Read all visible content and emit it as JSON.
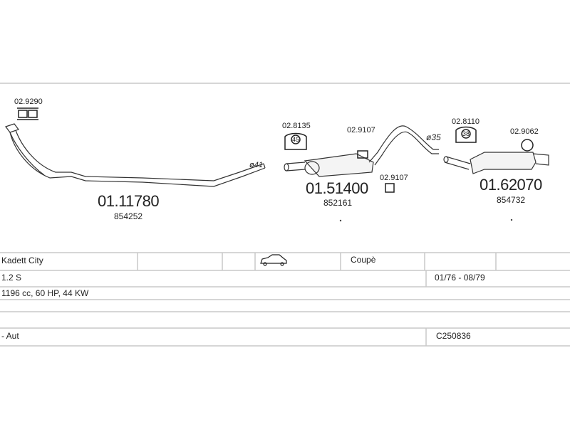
{
  "diagram": {
    "accessories": {
      "clamp_left": "02.9290",
      "hanger_1": "02.8135",
      "hanger_1_size": "45",
      "rubber_1": "02.9107",
      "rubber_2": "02.9107",
      "hanger_2": "02.8110",
      "hanger_2_size": "38",
      "rubber_3": "02.9062"
    },
    "parts": [
      {
        "number": "01.11780",
        "ref": "854252"
      },
      {
        "number": "01.51400",
        "ref": "852161"
      },
      {
        "number": "01.62070",
        "ref": "854732"
      }
    ],
    "diameters": {
      "front_pipe": "ø41",
      "mid_pipe": "ø35"
    }
  },
  "table": {
    "row1": {
      "model": "Kadett City",
      "body": "Coupè",
      "car_icon": "car-coupe-icon"
    },
    "row2": {
      "engine": "1.2 S",
      "years": "01/76 - 08/79"
    },
    "row3": {
      "spec": "1196 cc, 60 HP, 44 KW"
    },
    "row5": {
      "transmission": "- Aut",
      "code": "C250836"
    }
  }
}
